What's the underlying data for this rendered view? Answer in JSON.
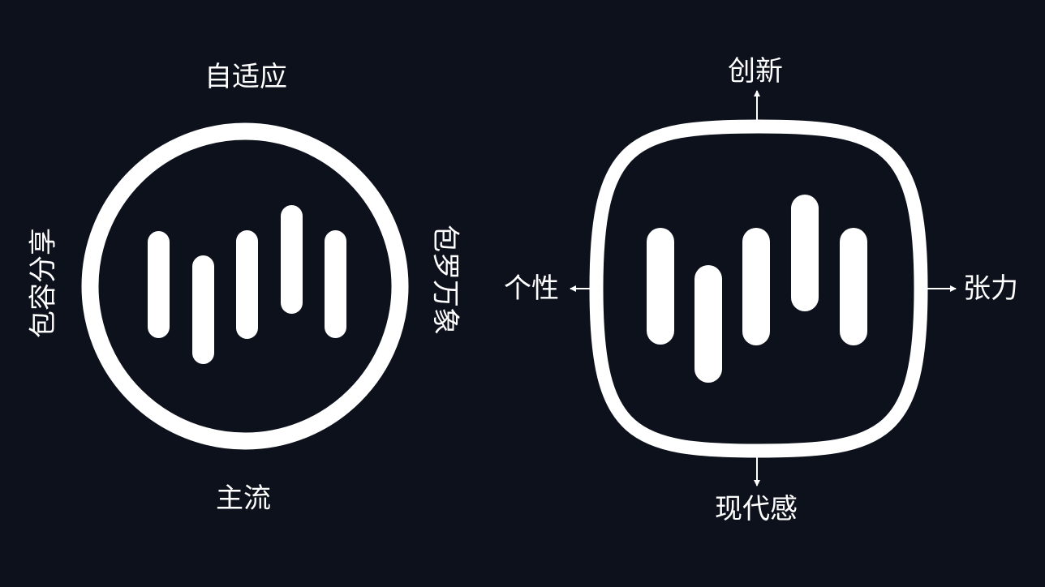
{
  "left_diagram": {
    "labels": {
      "top": "自适应",
      "bottom": "主流",
      "left": "包容分享",
      "right": "包罗万象"
    }
  },
  "right_diagram": {
    "labels": {
      "top": "创新",
      "bottom": "现代感",
      "left": "个性",
      "right": "张力"
    }
  },
  "colors": {
    "background": "#0d111c",
    "foreground": "#ffffff"
  }
}
